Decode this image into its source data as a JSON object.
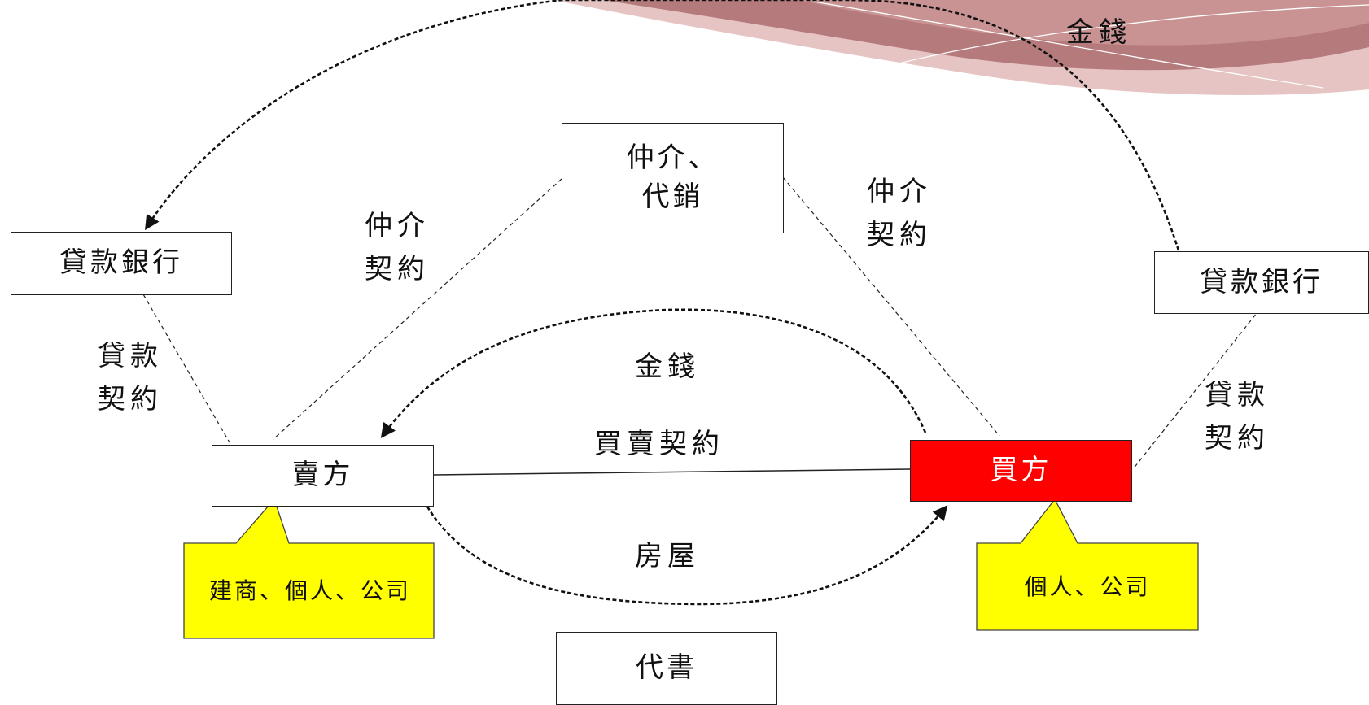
{
  "colors": {
    "buyer_fill": "#ff0000",
    "callout_fill": "#ffff00",
    "banner_dark": "#b57a7c",
    "banner_light": "#e6c4c4"
  },
  "boxes": {
    "broker": "仲介、\n代銷",
    "bank_left": "貸款銀行",
    "bank_right": "貸款銀行",
    "seller": "賣方",
    "buyer": "買方",
    "scrivener": "代書"
  },
  "labels": {
    "money_top": "金錢",
    "broker_contract_left": "仲介\n契約",
    "broker_contract_right": "仲介\n契約",
    "loan_contract_left": "貸款\n契約",
    "loan_contract_right": "貸款\n契約",
    "money_center": "金錢",
    "sales_contract": "買賣契約",
    "house": "房屋"
  },
  "callouts": {
    "seller_types": "建商、個人、公司",
    "buyer_types": "個人、公司"
  }
}
